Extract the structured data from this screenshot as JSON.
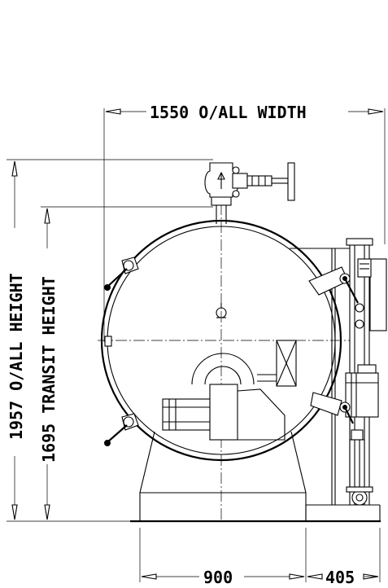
{
  "dimensions": {
    "overall_width": "1550 O/ALL WIDTH",
    "overall_height": "1957 O/ALL HEIGHT",
    "transit_height": "1695 TRANSIT HEIGHT",
    "base_width": "900",
    "side_width": "405"
  }
}
